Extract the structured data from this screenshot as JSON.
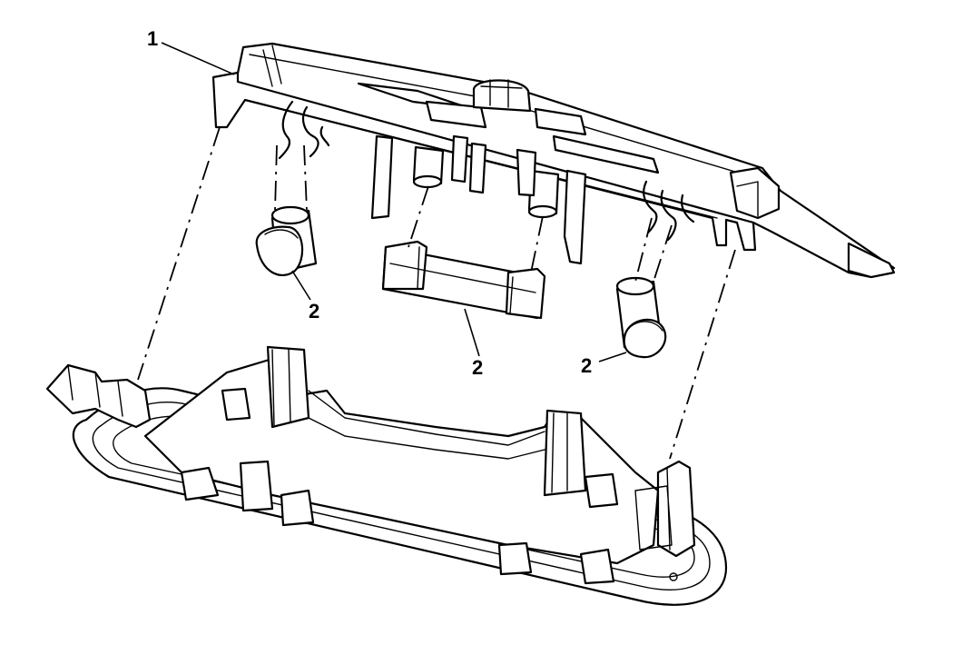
{
  "callouts": {
    "housing": "1",
    "bulb_left": "2",
    "bulb_center": "2",
    "bulb_right": "2"
  },
  "colors": {
    "line": "#000000",
    "background": "#ffffff"
  }
}
